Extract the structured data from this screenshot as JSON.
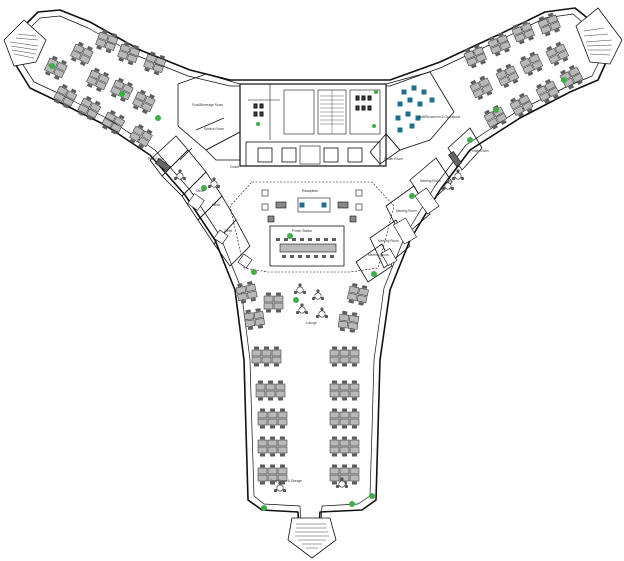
{
  "plan": {
    "rooms": {
      "food_beverage": "Food/Beverage Room",
      "service_room": "Service Room",
      "closet": "Closet",
      "staff_showroom": "Staff/Showroom & Operations",
      "printer_room": "Printer Room",
      "reception": "Reception",
      "printer_station": "Printer Station",
      "print_room_left": "Print Room",
      "office_1": "Office",
      "office_2": "Office",
      "office_3": "Office",
      "meeting_room_1": "Meeting Room",
      "meeting_room_2": "Meeting Room",
      "meeting_room_3": "Meeting Room",
      "meeting_room_4": "Meeting Room",
      "printer_room_right": "Printer Room",
      "copy_room_bottom": "Copy Room & Storage",
      "lounge": "Lounge"
    },
    "colors": {
      "line": "#111111",
      "furniture": "#8a8a8a",
      "plant": "#3fae49",
      "accent": "#1f6e8c"
    }
  }
}
